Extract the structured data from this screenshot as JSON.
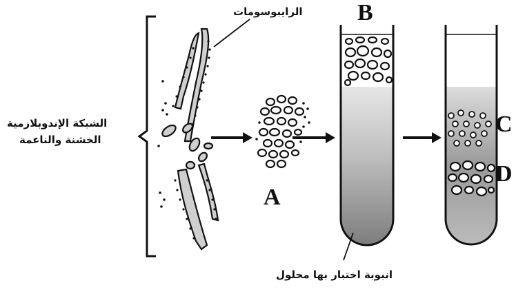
{
  "labels": {
    "ribosomes": "الرايبوسومات",
    "er_line1": "الشبكة الإندوبلازمية",
    "er_line2": "الخشنة والناعمة",
    "test_tube": "انبوبة اختبار بها محلول",
    "A": "A",
    "B": "B",
    "C": "C",
    "D": "D"
  }
}
